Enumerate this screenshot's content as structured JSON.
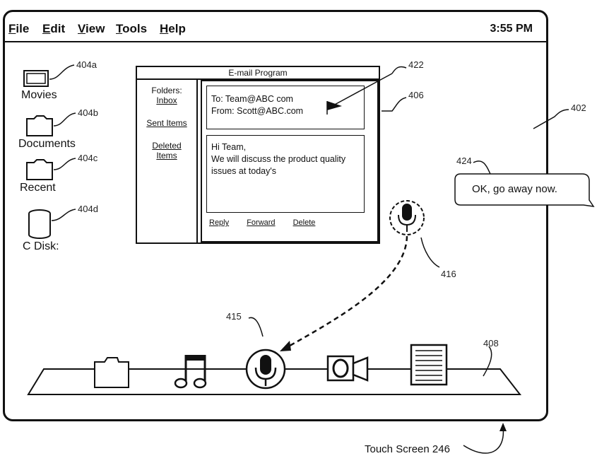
{
  "menubar": {
    "items": [
      {
        "first": "F",
        "rest": "ile"
      },
      {
        "first": "E",
        "rest": "dit"
      },
      {
        "first": "V",
        "rest": "iew"
      },
      {
        "first": "T",
        "rest": "ools"
      },
      {
        "first": "H",
        "rest": "elp"
      }
    ],
    "time": "3:55 PM"
  },
  "desktop_icons": [
    {
      "label": "Movies",
      "ref": "404a"
    },
    {
      "label": "Documents",
      "ref": "404b"
    },
    {
      "label": "Recent",
      "ref": "404c"
    },
    {
      "label": "C Disk:",
      "ref": "404d"
    }
  ],
  "email": {
    "title": "E-mail Program",
    "folders_label": "Folders:",
    "folders": [
      "Inbox",
      "Sent Items",
      "Deleted Items"
    ],
    "to": "To: Team@ABC com",
    "from": "From: Scott@ABC.com",
    "body_line1": "Hi Team,",
    "body_line2": "We will discuss the product quality",
    "body_line3": "issues at today's",
    "actions": [
      "Reply",
      "Forward",
      "Delete"
    ]
  },
  "speech_bubble": "OK, go away now.",
  "refs": {
    "r422": "422",
    "r406": "406",
    "r402": "402",
    "r424": "424",
    "r416": "416",
    "r415": "415",
    "r408": "408"
  },
  "caption": "Touch Screen 246"
}
